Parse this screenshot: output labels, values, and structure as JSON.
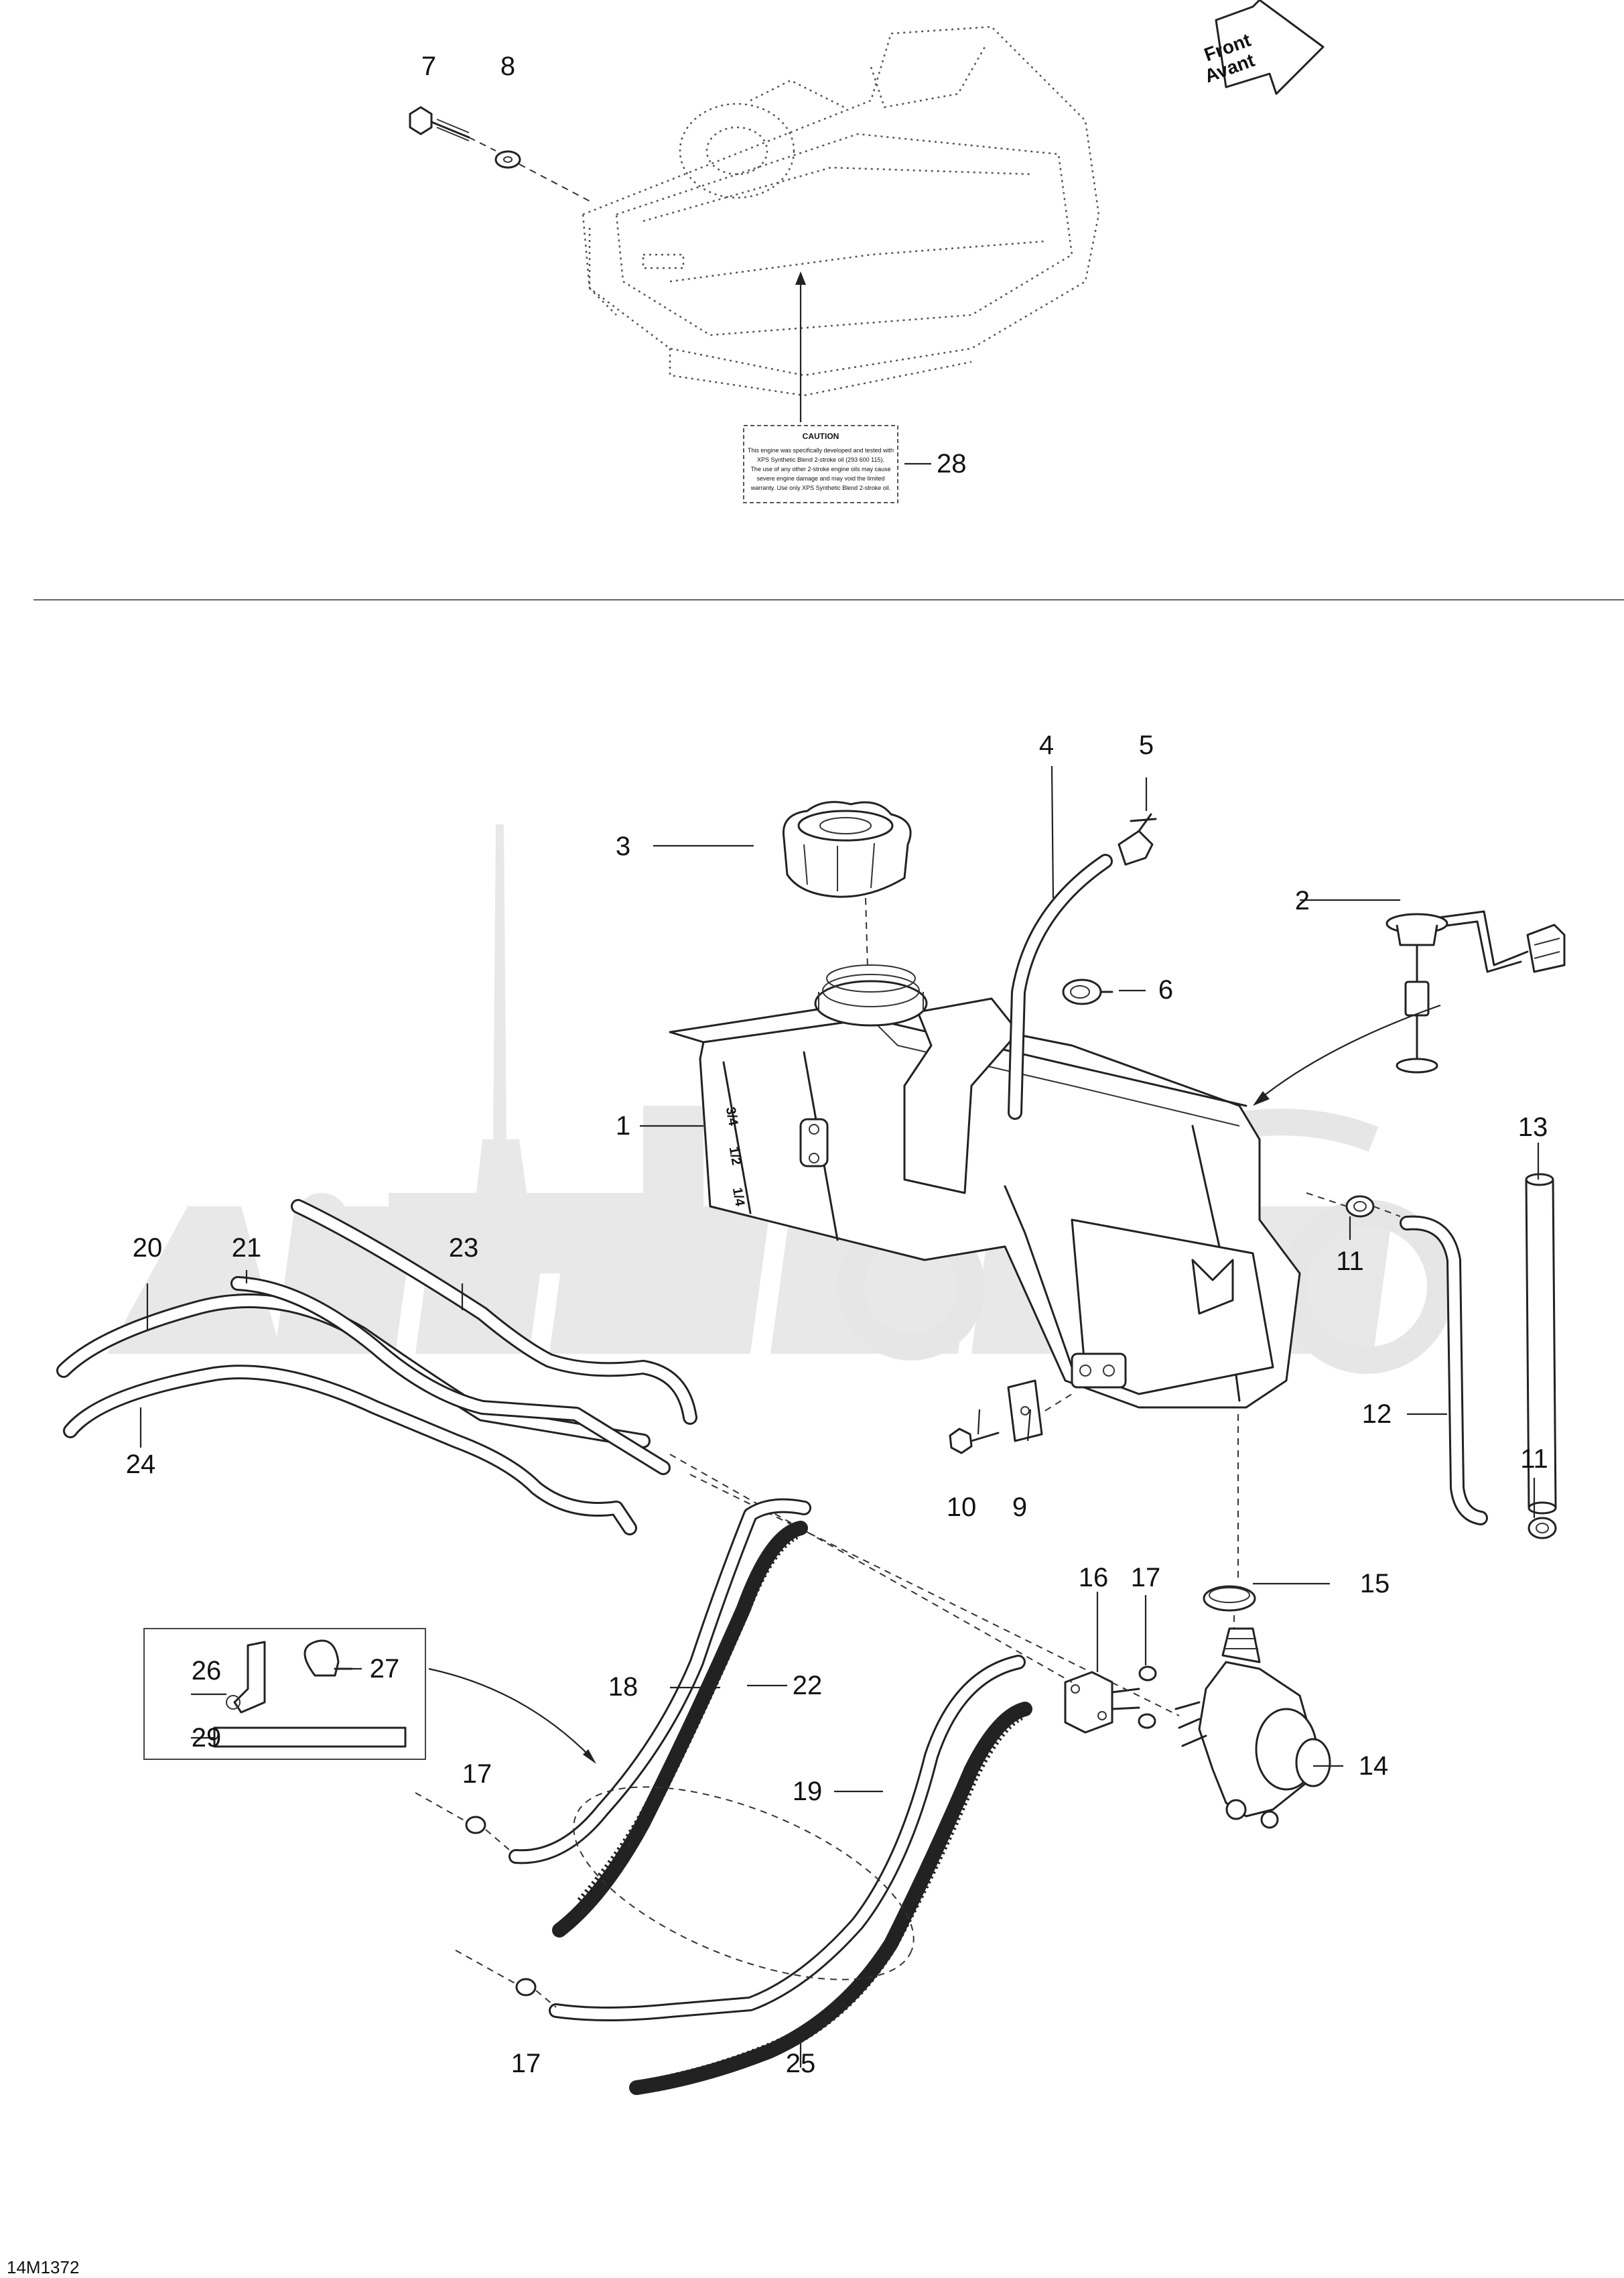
{
  "callouts": {
    "c1": "1",
    "c2": "2",
    "c3": "3",
    "c4": "4",
    "c5": "5",
    "c6": "6",
    "c7": "7",
    "c8": "8",
    "c9": "9",
    "c10": "10",
    "c11": "11",
    "c12": "12",
    "c13": "13",
    "c14": "14",
    "c15": "15",
    "c16": "16",
    "c17": "17",
    "c18": "18",
    "c19": "19",
    "c20": "20",
    "c21": "21",
    "c22": "22",
    "c23": "23",
    "c24": "24",
    "c25": "25",
    "c26": "26",
    "c27": "27",
    "c28": "28",
    "c29": "29"
  },
  "front_arrow": {
    "line1": "Front",
    "line2": "Avant"
  },
  "caution_label": {
    "title": "CAUTION",
    "lines": [
      "This engine was specifically developed and tested with",
      "XPS Synthetic Blend 2-stroke oil (293 600 115).",
      "The use of any other 2-stroke engine oils may cause",
      "severe engine damage and may void the limited",
      "warranty. Use only XPS Synthetic Blend 2-stroke oil."
    ]
  },
  "tank_marks": {
    "m1": "3/4",
    "m2": "1/2",
    "m3": "1/4"
  },
  "diagram_code": "14M1372",
  "colors": {
    "line": "#222222",
    "watermark": "#e8e8e8"
  }
}
